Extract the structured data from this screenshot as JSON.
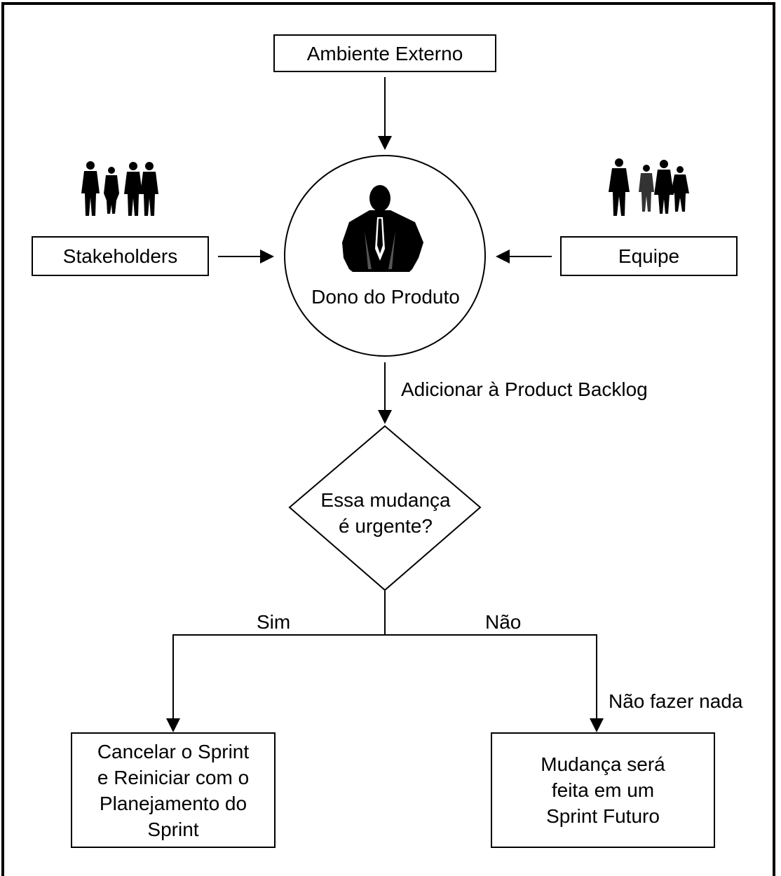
{
  "nodes": {
    "external": "Ambiente Externo",
    "stakeholders": "Stakeholders",
    "team": "Equipe",
    "product_owner": "Dono do Produto",
    "decision": "Essa mudança\né urgente?",
    "cancel": "Cancelar o Sprint\ne Reiniciar com o\nPlanejamento do\nSprint",
    "future": "Mudança será\nfeita em um\nSprint Futuro"
  },
  "edges": {
    "add_backlog": "Adicionar à Product Backlog",
    "yes": "Sim",
    "no": "Não",
    "do_nothing": "Não fazer nada"
  },
  "icons": {
    "stakeholders_icon": "business-people-group-icon",
    "team_icon": "business-people-group-icon",
    "product_owner_icon": "businessman-icon"
  }
}
